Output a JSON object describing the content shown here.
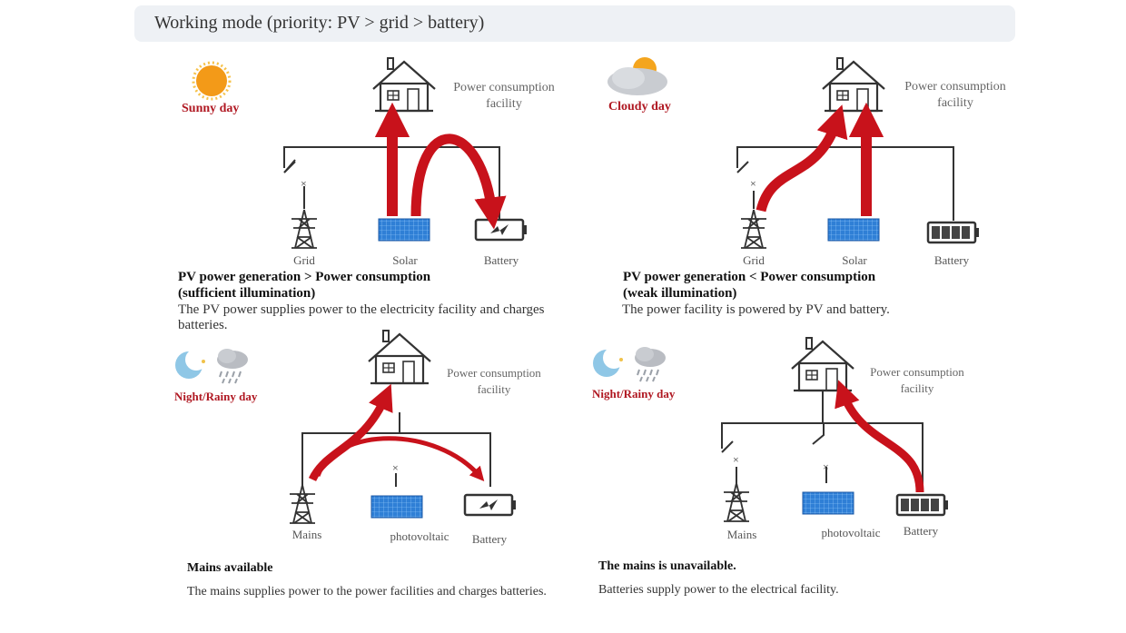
{
  "header": {
    "title": "Working mode (priority: PV > grid > battery)"
  },
  "panels": {
    "sunny": {
      "weather": "Sunny day",
      "facility_line1": "Power consumption",
      "facility_line2": "facility",
      "source_left": "Grid",
      "source_mid": "Solar",
      "source_right": "Battery",
      "heading_line1": "PV power generation > Power consumption",
      "heading_line2": "(sufficient illumination)",
      "description": "The PV power supplies power to the electricity facility and charges batteries."
    },
    "cloudy": {
      "weather": "Cloudy day",
      "facility_line1": "Power consumption",
      "facility_line2": "facility",
      "source_left": "Grid",
      "source_mid": "Solar",
      "source_right": "Battery",
      "heading_line1": "PV power generation < Power consumption",
      "heading_line2": "(weak illumination)",
      "description": "The power facility is powered by PV and battery."
    },
    "night_mains": {
      "weather": "Night/Rainy day",
      "facility_line1": "Power consumption",
      "facility_line2": "facility",
      "source_left": "Mains",
      "source_mid": "photovoltaic",
      "source_right": "Battery",
      "heading": "Mains available",
      "description": "The mains supplies power to the power facilities and charges batteries."
    },
    "night_battery": {
      "weather": "Night/Rainy day",
      "facility_line1": "Power consumption",
      "facility_line2": "facility",
      "source_left": "Mains",
      "source_mid": "photovoltaic",
      "source_right": "Battery",
      "heading": "The mains is unavailable.",
      "description": "Batteries supply power to the electrical facility."
    }
  },
  "colors": {
    "arrow": "#c8121b",
    "wire": "#333333",
    "solar_panel": "#2f7fd6",
    "weather_label": "#b01822",
    "header_bg": "#eef1f5"
  },
  "icons": [
    "sun-icon",
    "cloud-sun-icon",
    "moon-icon",
    "rain-cloud-icon",
    "house-icon",
    "pylon-icon",
    "solar-panel-icon",
    "battery-icon",
    "arrow-icon",
    "switch-icon"
  ]
}
